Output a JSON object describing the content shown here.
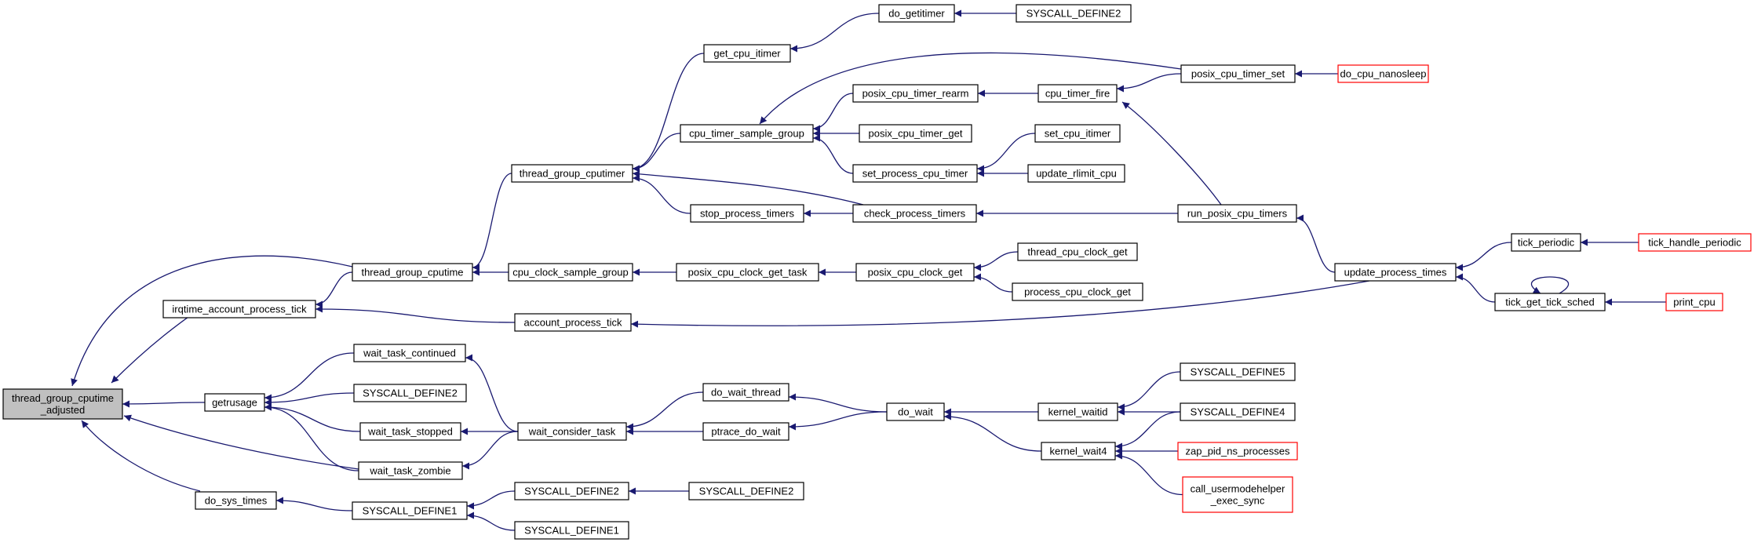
{
  "graph": {
    "edge_color": "#191970",
    "root_fill": "#c0c0c0",
    "truncated_border_color": "#ff0000",
    "nodes": {
      "n_root": [
        "thread_group_cputime",
        "_adjusted"
      ],
      "n_irqtime": [
        "irqtime_account_process_tick"
      ],
      "n_getrusage": [
        "getrusage"
      ],
      "n_do_sys_times": [
        "do_sys_times"
      ],
      "n_tg_cputime": [
        "thread_group_cputime"
      ],
      "n_wait_cont": [
        "wait_task_continued"
      ],
      "n_sysdef2_a": [
        "SYSCALL_DEFINE2"
      ],
      "n_wait_stopped": [
        "wait_task_stopped"
      ],
      "n_wait_zombie": [
        "wait_task_zombie"
      ],
      "n_sysdef1": [
        "SYSCALL_DEFINE1"
      ],
      "n_tg_cputimer": [
        "thread_group_cputimer"
      ],
      "n_cpu_clock_sg": [
        "cpu_clock_sample_group"
      ],
      "n_acct_tick": [
        "account_process_tick"
      ],
      "n_wait_consider": [
        "wait_consider_task"
      ],
      "n_sysdef2_b": [
        "SYSCALL_DEFINE2"
      ],
      "n_sysdef1_b": [
        "SYSCALL_DEFINE1"
      ],
      "n_get_cpu_itimer": [
        "get_cpu_itimer"
      ],
      "n_cpu_timer_sg": [
        "cpu_timer_sample_group"
      ],
      "n_stop_proc": [
        "stop_process_timers"
      ],
      "n_posix_clock_get_task": [
        "posix_cpu_clock_get_task"
      ],
      "n_do_wait_thread": [
        "do_wait_thread"
      ],
      "n_ptrace_do_wait": [
        "ptrace_do_wait"
      ],
      "n_sysdef2_c": [
        "SYSCALL_DEFINE2"
      ],
      "n_do_getitimer": [
        "do_getitimer"
      ],
      "n_rearm": [
        "posix_cpu_timer_rearm"
      ],
      "n_timer_get": [
        "posix_cpu_timer_get"
      ],
      "n_set_proc_timer": [
        "set_process_cpu_timer"
      ],
      "n_check_proc": [
        "check_process_timers"
      ],
      "n_posix_clock_get": [
        "posix_cpu_clock_get"
      ],
      "n_do_wait": [
        "do_wait"
      ],
      "n_sysdef2_d": [
        "SYSCALL_DEFINE2"
      ],
      "n_cpu_timer_fire": [
        "cpu_timer_fire"
      ],
      "n_set_cpu_itimer": [
        "set_cpu_itimer"
      ],
      "n_update_rlimit": [
        "update_rlimit_cpu"
      ],
      "n_thread_clock_get": [
        "thread_cpu_clock_get"
      ],
      "n_process_clock_get": [
        "process_cpu_clock_get"
      ],
      "n_kernel_waitid": [
        "kernel_waitid"
      ],
      "n_kernel_wait4": [
        "kernel_wait4"
      ],
      "n_timer_set": [
        "posix_cpu_timer_set"
      ],
      "n_run_timers": [
        "run_posix_cpu_timers"
      ],
      "n_sysdef5": [
        "SYSCALL_DEFINE5"
      ],
      "n_sysdef4": [
        "SYSCALL_DEFINE4"
      ],
      "n_zap": [
        "zap_pid_ns_processes"
      ],
      "n_usermode": [
        "call_usermodehelper",
        "_exec_sync"
      ],
      "n_nanosleep": [
        "do_cpu_nanosleep"
      ],
      "n_update_times": [
        "update_process_times"
      ],
      "n_tick_periodic": [
        "tick_periodic"
      ],
      "n_tick_get_sched": [
        "tick_get_tick_sched"
      ],
      "n_tick_handle": [
        "tick_handle_periodic"
      ],
      "n_print_cpu": [
        "print_cpu"
      ]
    }
  }
}
